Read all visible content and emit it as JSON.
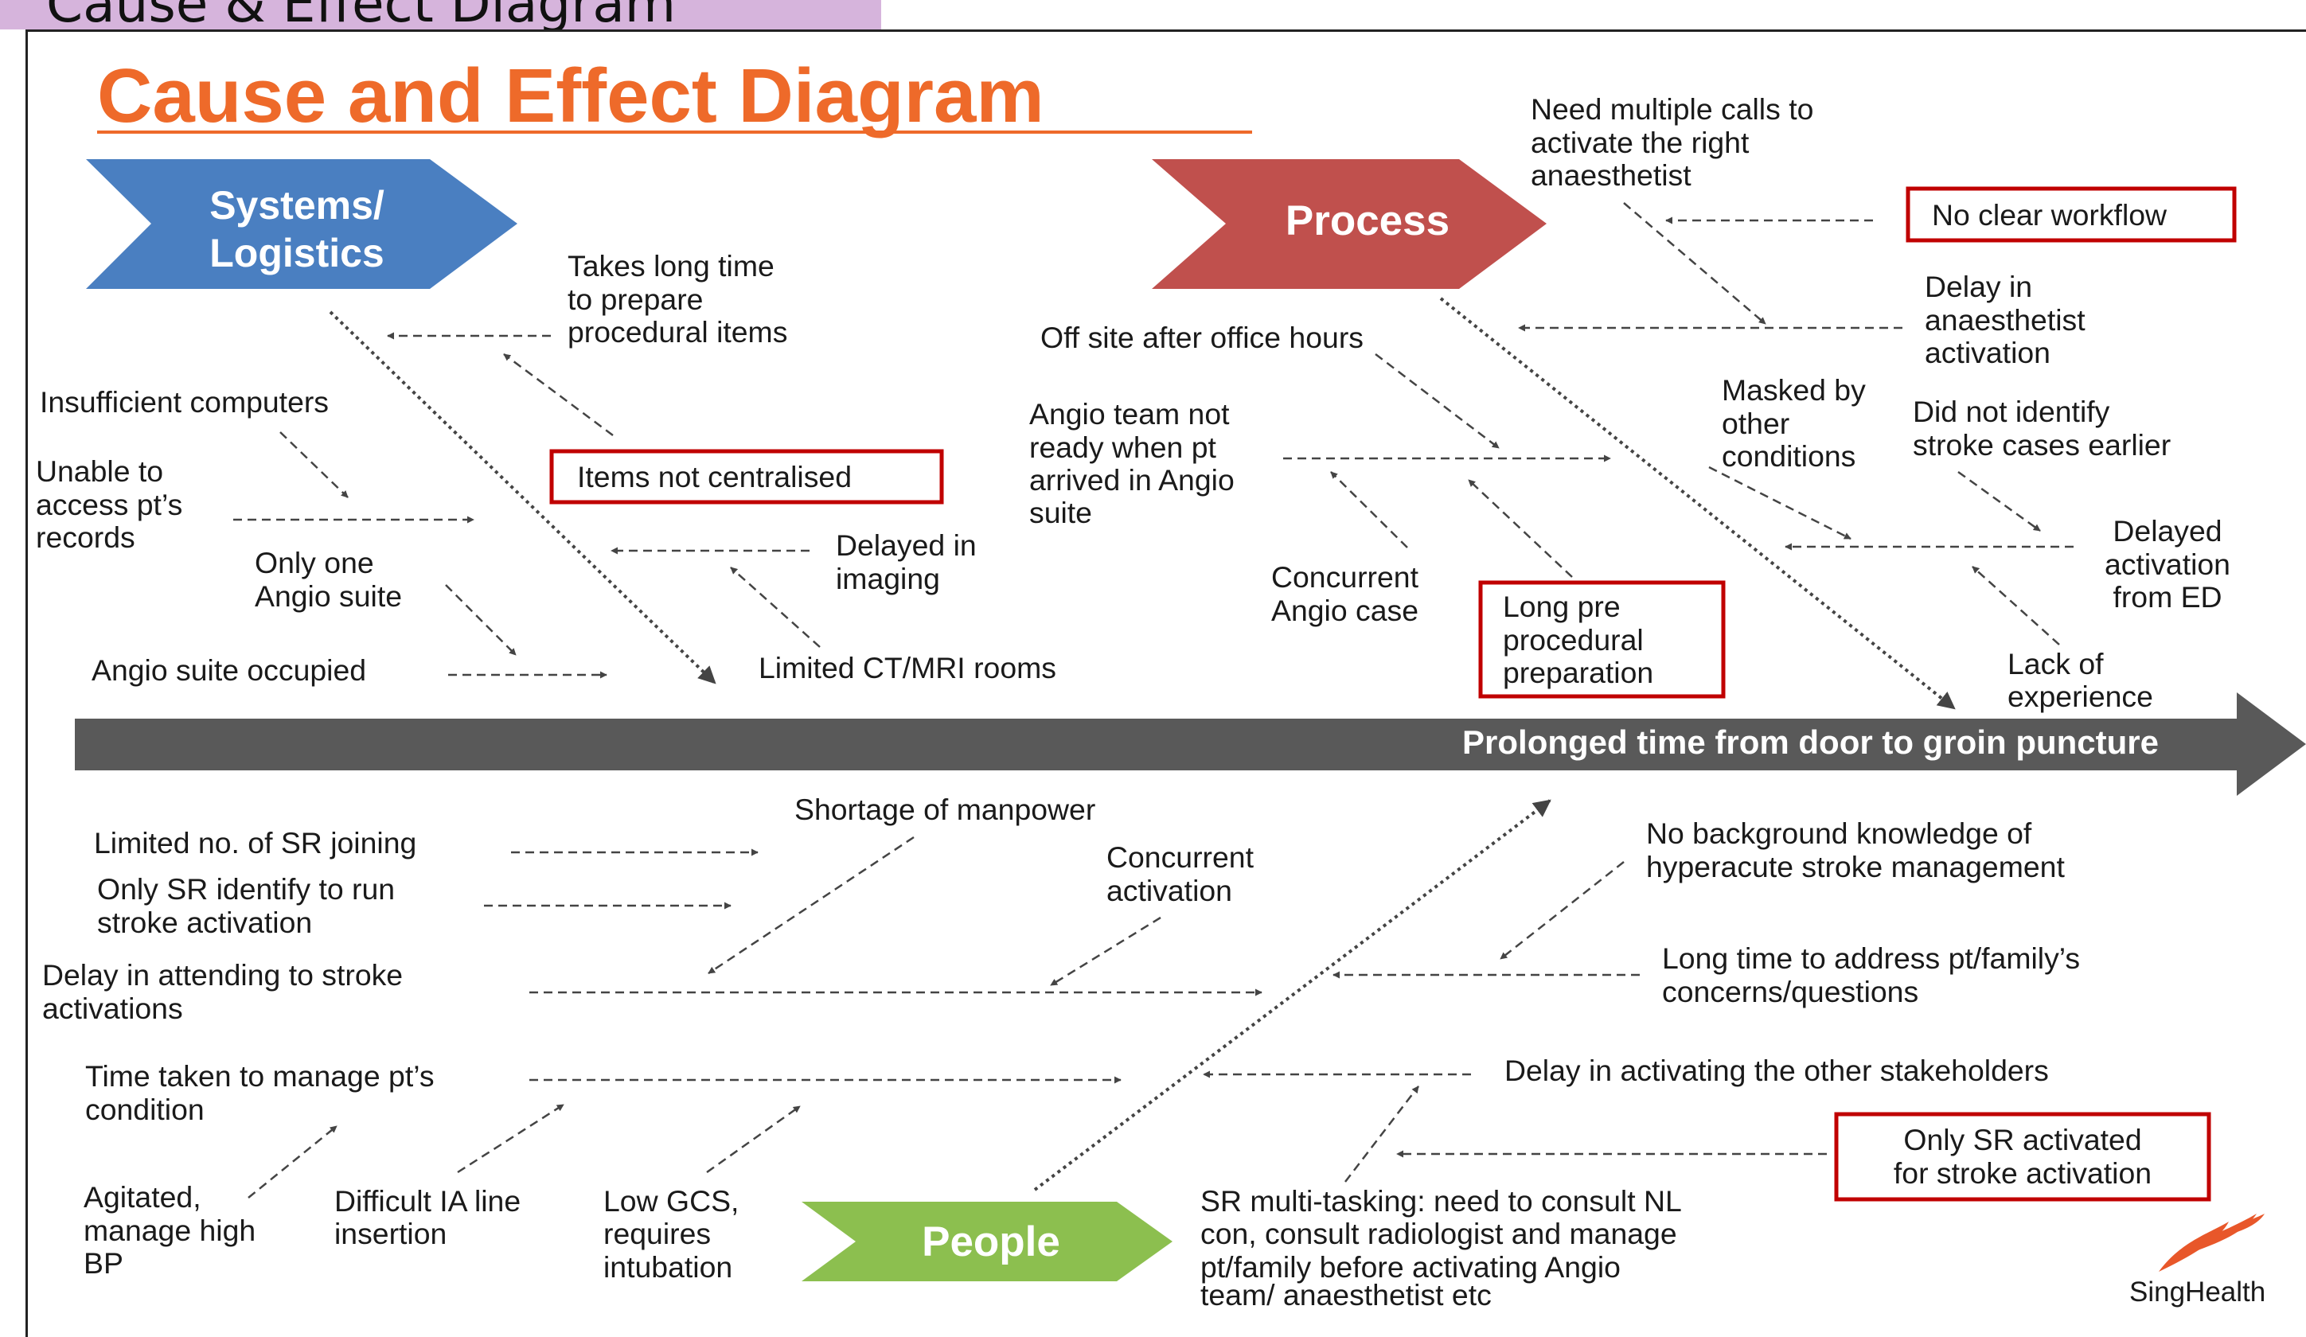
{
  "slide_tab_title": "Cause & Effect Diagram",
  "title": "Cause and Effect Diagram",
  "effect": "Prolonged time from door to groin puncture",
  "categories": {
    "systems": [
      "Systems/",
      "Logistics"
    ],
    "process": "Process",
    "people": "People"
  },
  "causes": {
    "takes_long_time": [
      "Takes long time",
      "to prepare",
      "procedural items"
    ],
    "insufficient_computers": "Insufficient computers",
    "unable_to_access": [
      "Unable to",
      "access pt’s",
      "records"
    ],
    "items_not_centralised": "Items not centralised",
    "only_one_angio": [
      "Only one",
      "Angio suite"
    ],
    "delayed_in_imaging": [
      "Delayed in",
      "imaging"
    ],
    "angio_suite_occupied": "Angio suite occupied",
    "limited_ct_mri": "Limited CT/MRI rooms",
    "need_multiple_calls": [
      "Need multiple calls to",
      "activate the right",
      "anaesthetist"
    ],
    "no_clear_workflow": "No clear workflow",
    "delay_anaesthetist": [
      "Delay in",
      "anaesthetist",
      "activation"
    ],
    "off_site": "Off site after office hours",
    "masked_by_other": [
      "Masked by",
      "other",
      "conditions"
    ],
    "did_not_identify": [
      "Did not identify",
      "stroke cases earlier"
    ],
    "angio_team_not_ready": [
      "Angio team not",
      "ready when pt",
      "arrived in Angio",
      "suite"
    ],
    "delayed_activation_ed": [
      "Delayed",
      "activation",
      "from ED"
    ],
    "concurrent_angio": [
      "Concurrent",
      "Angio case"
    ],
    "long_pre_procedural": [
      "Long pre",
      "procedural",
      "preparation"
    ],
    "lack_of_experience": [
      "Lack of",
      "experience"
    ],
    "shortage_of_manpower": "Shortage of manpower",
    "limited_sr_joining": "Limited no. of SR joining",
    "concurrent_activation": [
      "Concurrent",
      "activation"
    ],
    "only_sr_identify": [
      "Only SR identify to run",
      "stroke activation"
    ],
    "no_background": [
      "No background knowledge of",
      "hyperacute stroke management"
    ],
    "delay_attending": [
      "Delay in attending to stroke",
      "activations"
    ],
    "long_time_address": [
      "Long time to address pt/family’s",
      "concerns/questions"
    ],
    "time_taken_manage": [
      "Time taken to manage pt’s",
      "condition"
    ],
    "delay_activating_stakeholders": "Delay in activating the other stakeholders",
    "only_sr_activated": [
      "Only SR activated",
      "for stroke activation"
    ],
    "agitated": [
      "Agitated,",
      "manage high",
      "BP"
    ],
    "difficult_ia_line": [
      "Difficult IA line",
      "insertion"
    ],
    "low_gcs": [
      "Low GCS,",
      "requires",
      "intubation"
    ],
    "sr_multitasking": [
      "SR multi-tasking: need to consult NL",
      "con, consult radiologist and manage",
      "pt/family before activating Angio",
      "team/ anaesthetist etc"
    ]
  },
  "logo": "SingHealth",
  "colors": {
    "title": "#ee6a2a",
    "systems": "#4a7fc1",
    "process": "#c0504d",
    "people": "#8cbf4f",
    "spine": "#595959",
    "root_cause_box": "#c00000",
    "logo_accent": "#e8572a"
  }
}
